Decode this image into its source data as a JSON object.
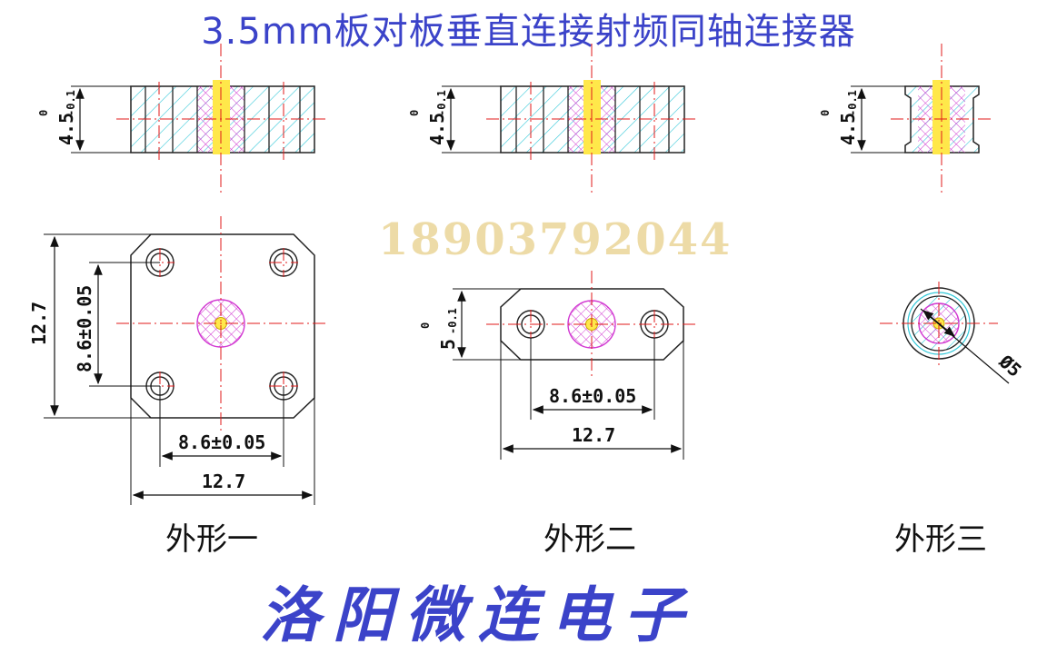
{
  "title": "3.5mm板对板垂直连接射频同轴连接器",
  "watermark_phone": "18903792044",
  "company": "洛阳微连电子",
  "shapes": [
    {
      "label": "外形一"
    },
    {
      "label": "外形二"
    },
    {
      "label": "外形三"
    }
  ],
  "dims": {
    "thickness_main": "4.5",
    "thickness_tol_upper": "0",
    "thickness_tol_lower": "-0.1",
    "height_two_main": "5",
    "height_two_tol_upper": "0",
    "height_two_tol_lower": "-0.1",
    "hole_pitch": "8.6±0.05",
    "body_size": "12.7",
    "diameter": "Ø5"
  },
  "colors": {
    "title": "#3b43c9",
    "watermark": "#eddba7",
    "hatch_cyan": "#33c8d8",
    "hatch_magenta": "#d23ad2",
    "pin_yellow": "#ffe84a",
    "centerline": "#e01a1a"
  }
}
